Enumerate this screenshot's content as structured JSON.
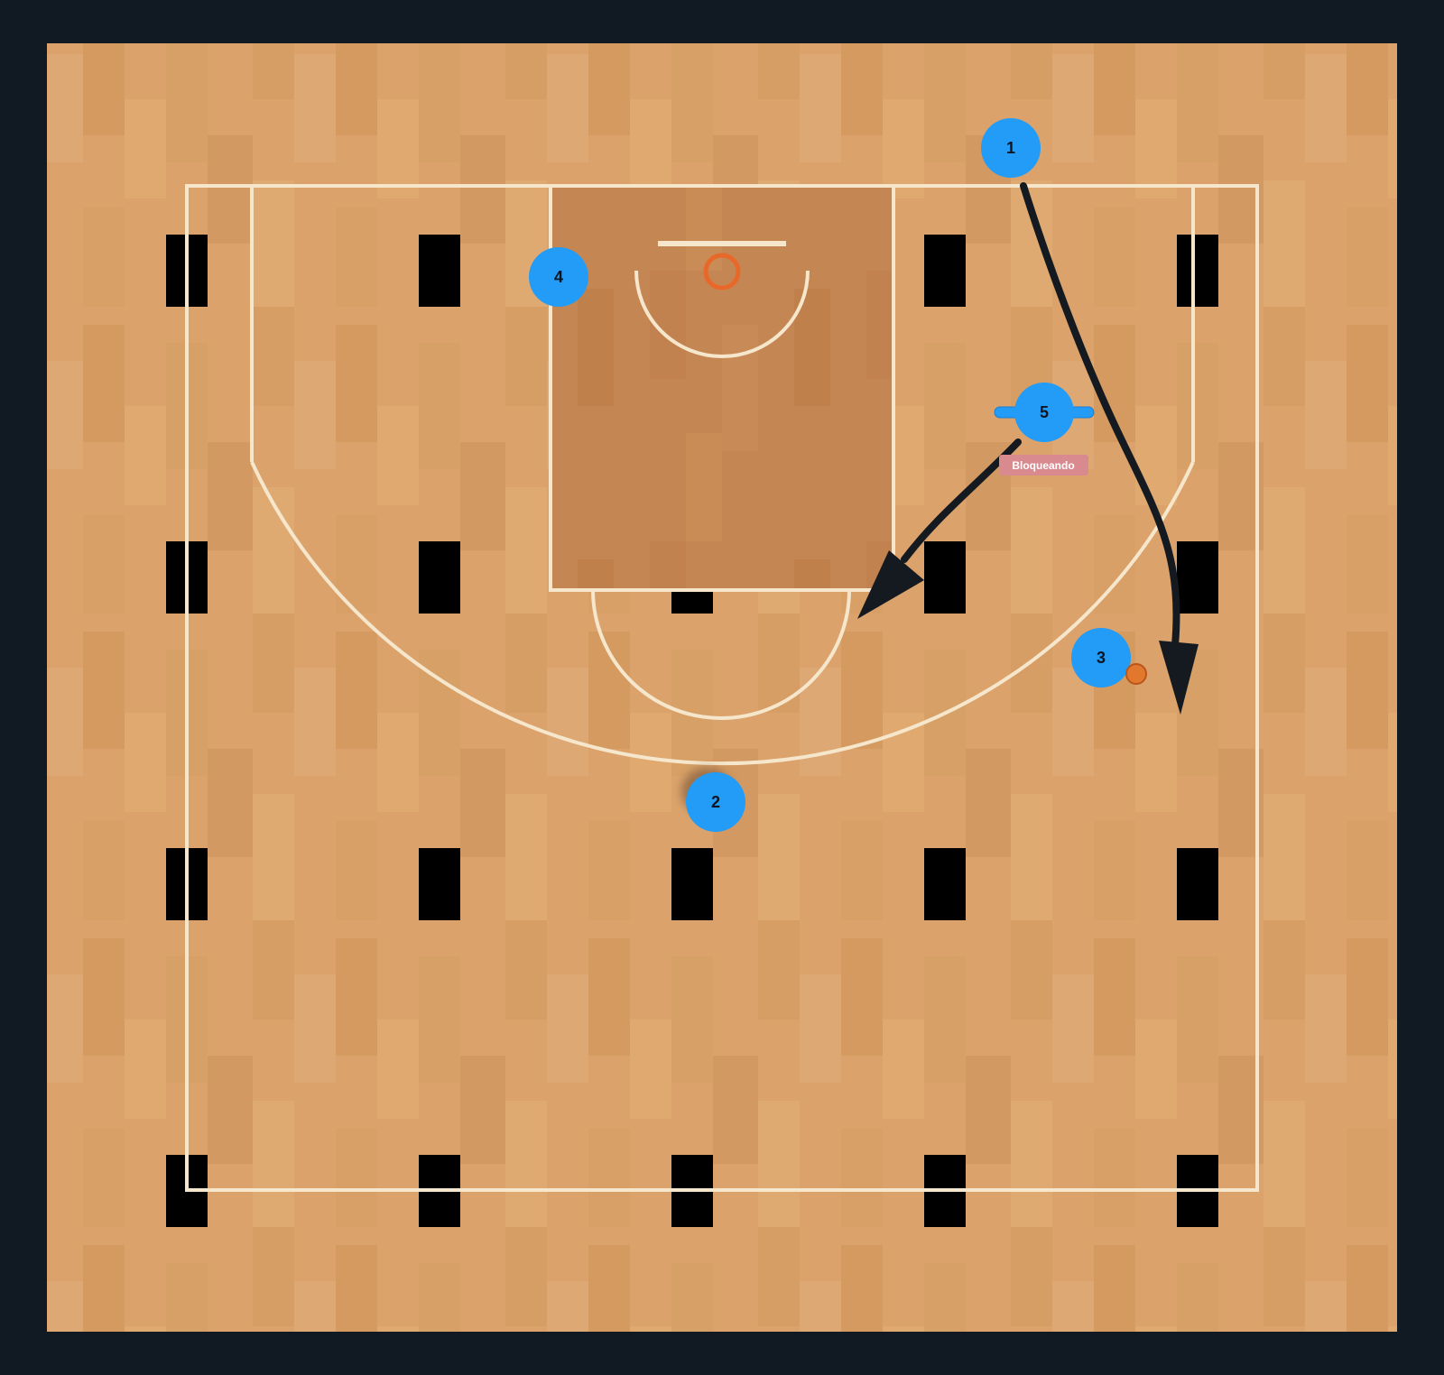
{
  "colors": {
    "background": "#111a22",
    "court_wood": "#dba36b",
    "court_wood_alt": "#d69d64",
    "paint": "#c48753",
    "lines": "#f5e6cc",
    "player": "#229cf7",
    "player_text": "#0d1620",
    "arrow": "#141a20",
    "ball": "#e2772e",
    "rim": "#e8682a",
    "tag_bg": "#d98a8e",
    "tag_text": "#ffffff"
  },
  "players": [
    {
      "number": "1"
    },
    {
      "number": "2"
    },
    {
      "number": "3",
      "has_ball": true
    },
    {
      "number": "4"
    },
    {
      "number": "5",
      "screen": true
    }
  ],
  "tags": {
    "screen_label": "Bloqueando"
  },
  "icons": {
    "ball": "basketball-icon",
    "rim": "rim-icon",
    "arrow": "arrow-head-icon"
  }
}
